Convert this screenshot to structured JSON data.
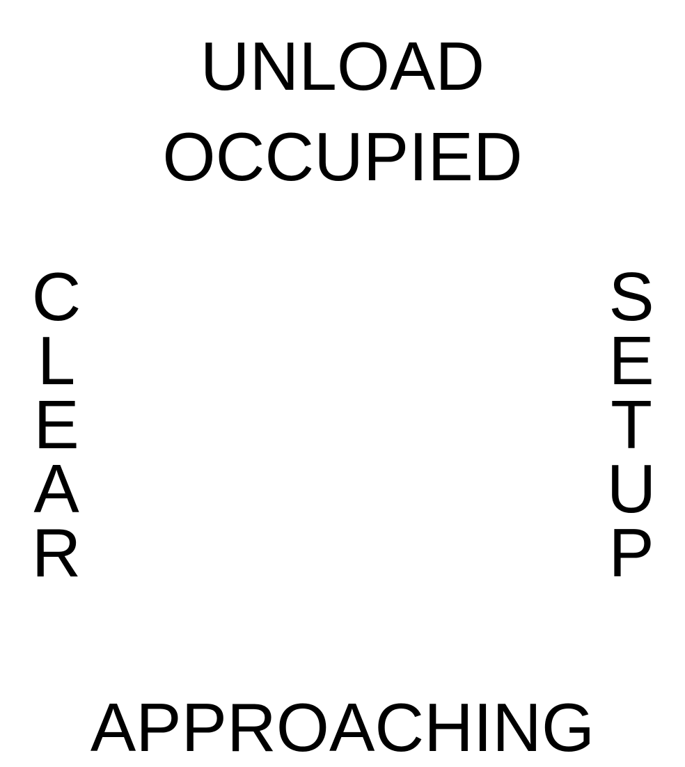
{
  "labels": {
    "top_line_1": "UNLOAD",
    "top_line_2": "OCCUPIED",
    "left_vertical": "CLEAR",
    "right_vertical": "SETUP",
    "bottom": "APPROACHING"
  }
}
